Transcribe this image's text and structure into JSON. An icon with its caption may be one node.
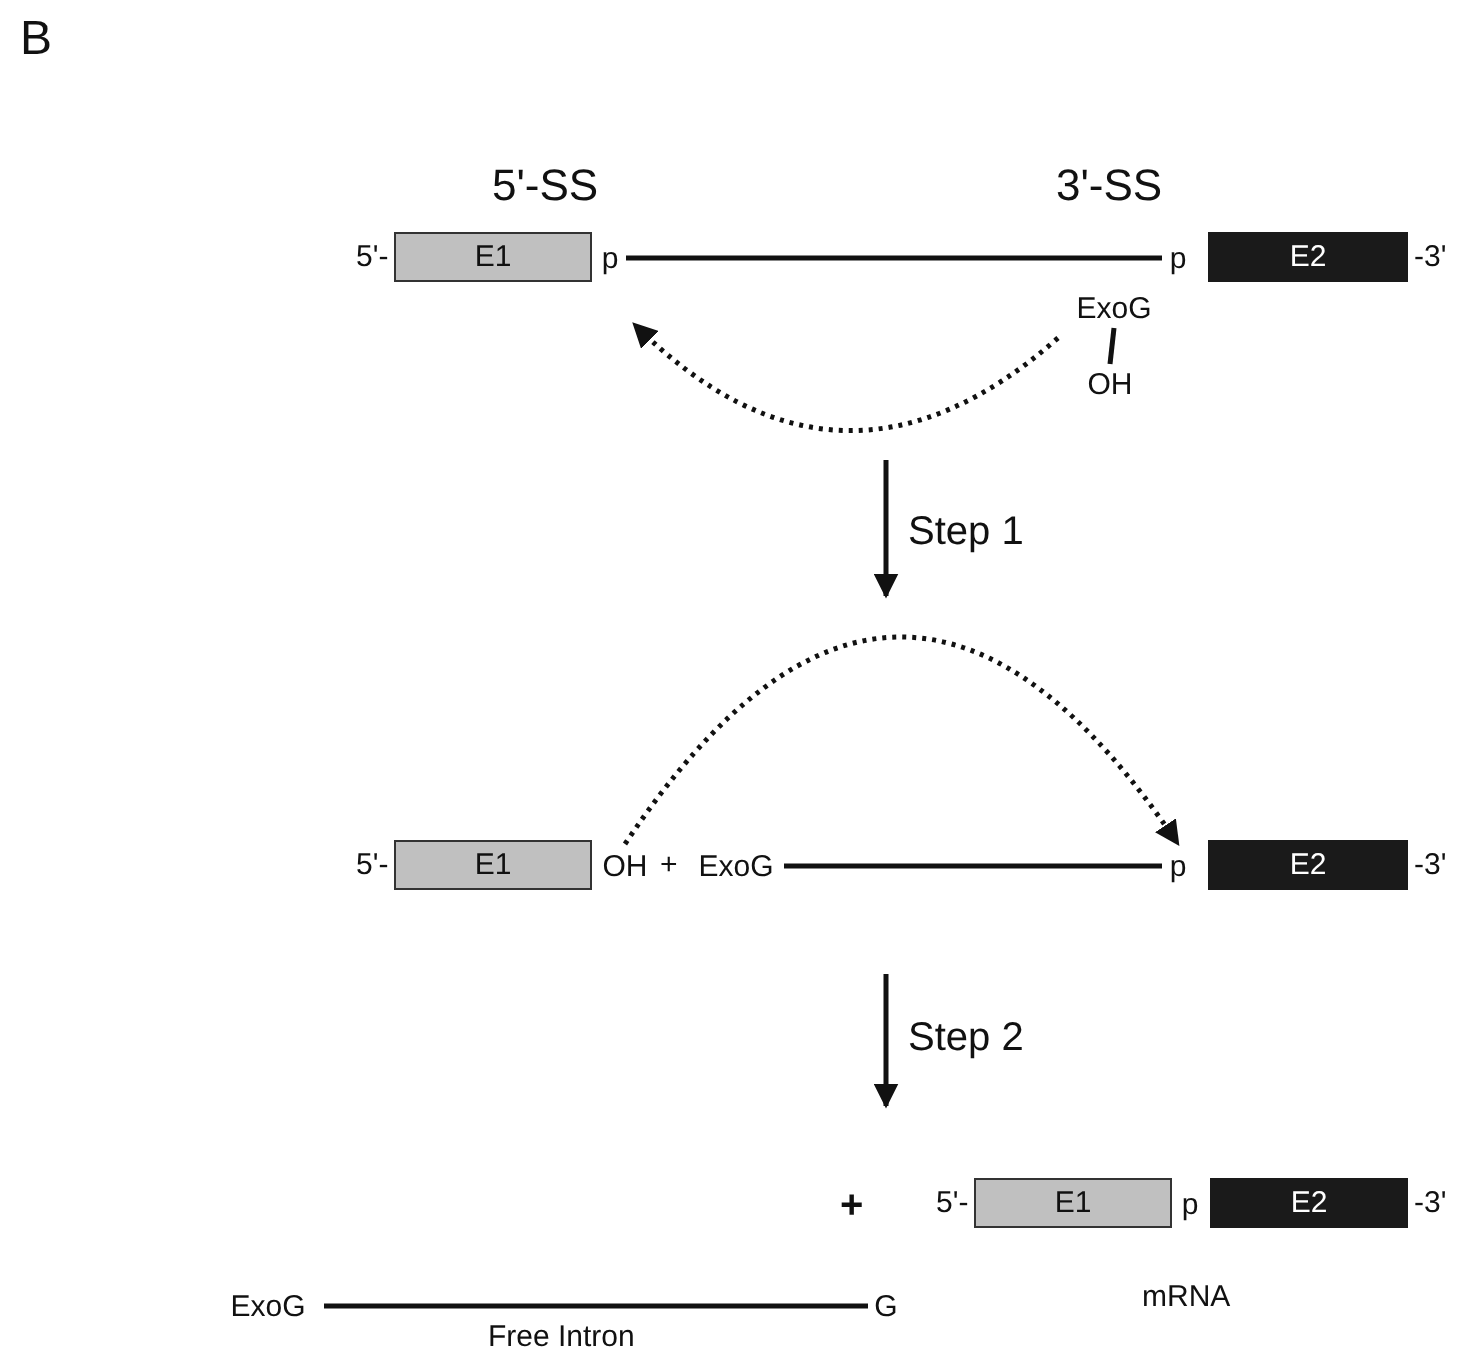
{
  "diagram": {
    "nodes": [
      {
        "text": [
          "E1"
        ],
        "beside": [
          "5'-"
        ]
      },
      {
        "text": [
          "p"
        ]
      },
      {
        "text": [
          "p"
        ]
      },
      {
        "text": [
          "E2"
        ],
        "beside": [
          "-3'"
        ]
      },
      {
        "text": [
          "ExoG"
        ]
      },
      {
        "text": [
          "OH"
        ]
      },
      {
        "text": [
          "E1"
        ],
        "beside": [
          "5'-"
        ]
      },
      {
        "text": [
          "OH"
        ]
      },
      {
        "text": [
          "ExoG"
        ]
      },
      {
        "text": [
          "p"
        ]
      },
      {
        "text": [
          "E2"
        ],
        "beside": [
          "-3'"
        ]
      },
      {
        "text": [
          "E1"
        ],
        "beside": [
          "5'-"
        ]
      },
      {
        "text": [
          "p"
        ]
      },
      {
        "text": [
          "E2"
        ],
        "beside": [
          "-3'"
        ]
      },
      {
        "text": [
          "ExoG"
        ]
      },
      {
        "text": [
          "G"
        ]
      }
    ],
    "edges": [
      {
        "from": 1,
        "to": 2,
        "arrow": "none"
      },
      {
        "from": 4,
        "to": 5,
        "arrow": "none"
      },
      {
        "from": 4,
        "to": 1,
        "arrow": "to",
        "style": "dashed"
      },
      {
        "from": 8,
        "to": 9,
        "arrow": "none"
      },
      {
        "from": 7,
        "to": 9,
        "arrow": "to",
        "style": "dashed"
      },
      {
        "from": 14,
        "to": 15,
        "arrow": "none"
      }
    ],
    "labels": [
      "B",
      "5'-SS",
      "3'-SS",
      "Step 1",
      "+",
      "Step 2",
      "+",
      "mRNA",
      "Free Intron"
    ]
  }
}
